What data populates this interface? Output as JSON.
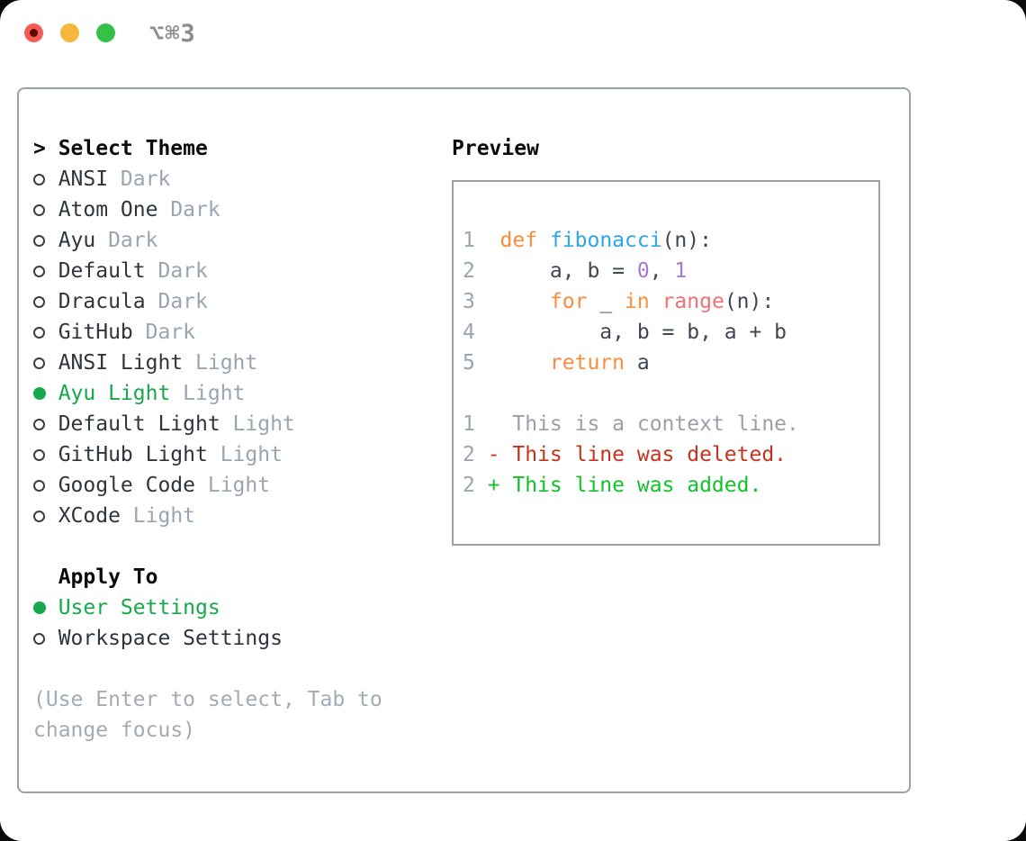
{
  "window": {
    "title": "⌥⌘3",
    "traffic_buttons": [
      "close-button",
      "minimize-button",
      "zoom-button"
    ]
  },
  "theme_list": {
    "header_prefix": ">",
    "header": "Select Theme",
    "items": [
      {
        "name": "ANSI",
        "variant": "Dark",
        "selected": false
      },
      {
        "name": "Atom One",
        "variant": "Dark",
        "selected": false
      },
      {
        "name": "Ayu",
        "variant": "Dark",
        "selected": false
      },
      {
        "name": "Default",
        "variant": "Dark",
        "selected": false
      },
      {
        "name": "Dracula",
        "variant": "Dark",
        "selected": false
      },
      {
        "name": "GitHub",
        "variant": "Dark",
        "selected": false
      },
      {
        "name": "ANSI Light",
        "variant": "Light",
        "selected": false
      },
      {
        "name": "Ayu Light",
        "variant": "Light",
        "selected": true
      },
      {
        "name": "Default Light",
        "variant": "Light",
        "selected": false
      },
      {
        "name": "GitHub Light",
        "variant": "Light",
        "selected": false
      },
      {
        "name": "Google Code",
        "variant": "Light",
        "selected": false
      },
      {
        "name": "XCode",
        "variant": "Light",
        "selected": false
      }
    ]
  },
  "apply_to": {
    "header": "Apply To",
    "options": [
      {
        "label": "User Settings",
        "selected": true
      },
      {
        "label": "Workspace Settings",
        "selected": false
      }
    ]
  },
  "hint_lines": [
    "(Use Enter to select, Tab to",
    "change focus)"
  ],
  "preview": {
    "header": "Preview",
    "code_lines": [
      {
        "num": "1",
        "tokens": [
          {
            "t": "def",
            "c": "kw"
          },
          {
            "t": " ",
            "c": "p"
          },
          {
            "t": "fibonacci",
            "c": "fn"
          },
          {
            "t": "(n):",
            "c": "p"
          }
        ]
      },
      {
        "num": "2",
        "tokens": [
          {
            "t": "    a, b = ",
            "c": "p"
          },
          {
            "t": "0",
            "c": "num"
          },
          {
            "t": ", ",
            "c": "p"
          },
          {
            "t": "1",
            "c": "num"
          }
        ]
      },
      {
        "num": "3",
        "tokens": [
          {
            "t": "    ",
            "c": "p"
          },
          {
            "t": "for",
            "c": "kw"
          },
          {
            "t": " _ ",
            "c": "p"
          },
          {
            "t": "in",
            "c": "kw"
          },
          {
            "t": " ",
            "c": "p"
          },
          {
            "t": "range",
            "c": "bi"
          },
          {
            "t": "(n):",
            "c": "p"
          }
        ]
      },
      {
        "num": "4",
        "tokens": [
          {
            "t": "        a, b = b, a + b",
            "c": "p"
          }
        ]
      },
      {
        "num": "5",
        "tokens": [
          {
            "t": "    ",
            "c": "p"
          },
          {
            "t": "return",
            "c": "kw"
          },
          {
            "t": " a",
            "c": "p"
          }
        ]
      }
    ],
    "diff_lines": [
      {
        "num": "1",
        "marker": " ",
        "text": "This is a context line.",
        "type": "ctx"
      },
      {
        "num": "2",
        "marker": "-",
        "text": "This line was deleted.",
        "type": "del"
      },
      {
        "num": "2",
        "marker": "+",
        "text": "This line was added.",
        "type": "add"
      }
    ]
  },
  "colors": {
    "panel_border": "#99A1AC",
    "text_dark": "#2F353C",
    "header_black": "#0B0B0B",
    "variant_gray": "#9AA5B1",
    "hint_gray": "#A3ABB5",
    "selected_green": "#16A84B",
    "traffic_red": "#F25C54",
    "traffic_red_dot": "#5C0A03",
    "traffic_yellow": "#F6B73C",
    "traffic_green": "#35C148",
    "title_gray": "#8C8C8C",
    "ln_gray": "#99A4B0",
    "code_plain": "#3E4752",
    "kw_orange": "#FA8D3E",
    "fn_blue": "#2EA4E9",
    "num_purple": "#A37ACC",
    "bi_coral": "#F07171",
    "diff_ctx": "#99A0AA",
    "diff_del": "#C5331E",
    "diff_add": "#12C22B"
  }
}
